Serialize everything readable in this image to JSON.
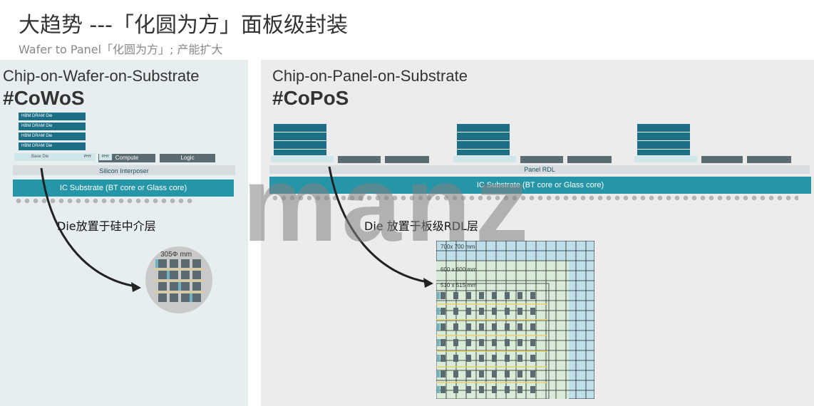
{
  "title": "大趋势 ---「化圆为方」面板级封装",
  "subtitle": "Wafer to Panel「化圆为方」; 产能扩大",
  "cowos": {
    "heading": "Chip-on-Wafer-on-Substrate",
    "tag": "#CoWoS",
    "hbm_labels": [
      "HBM DRAM Die",
      "HBM DRAM Die",
      "HBM DRAM Die",
      "HBM DRAM Die"
    ],
    "base_die": "Base Die",
    "phy1": "PHY",
    "phy2": "PHY",
    "compute": "Compute",
    "logic": "Logic",
    "interposer": "Silicon Interposer",
    "substrate": "IC Substrate (BT core or Glass core)",
    "caption": "Die放置于硅中介层",
    "wafer_label": "305Φ mm"
  },
  "copos": {
    "heading": "Chip-on-Panel-on-Substrate",
    "tag": "#CoPoS",
    "rdl": "Panel RDL",
    "substrate": "IC Substrate (BT core or Glass core)",
    "caption": "Die 放置于板级RDL层",
    "sizes": [
      "700x 700 mm",
      "600 x 600 mm",
      "510 x 515 mm"
    ]
  },
  "watermark": "manz",
  "colors": {
    "teal": "#1d6f86",
    "substrate": "#2596a8",
    "light": "#cfe6ea",
    "gray_chip": "#5a6b72"
  }
}
